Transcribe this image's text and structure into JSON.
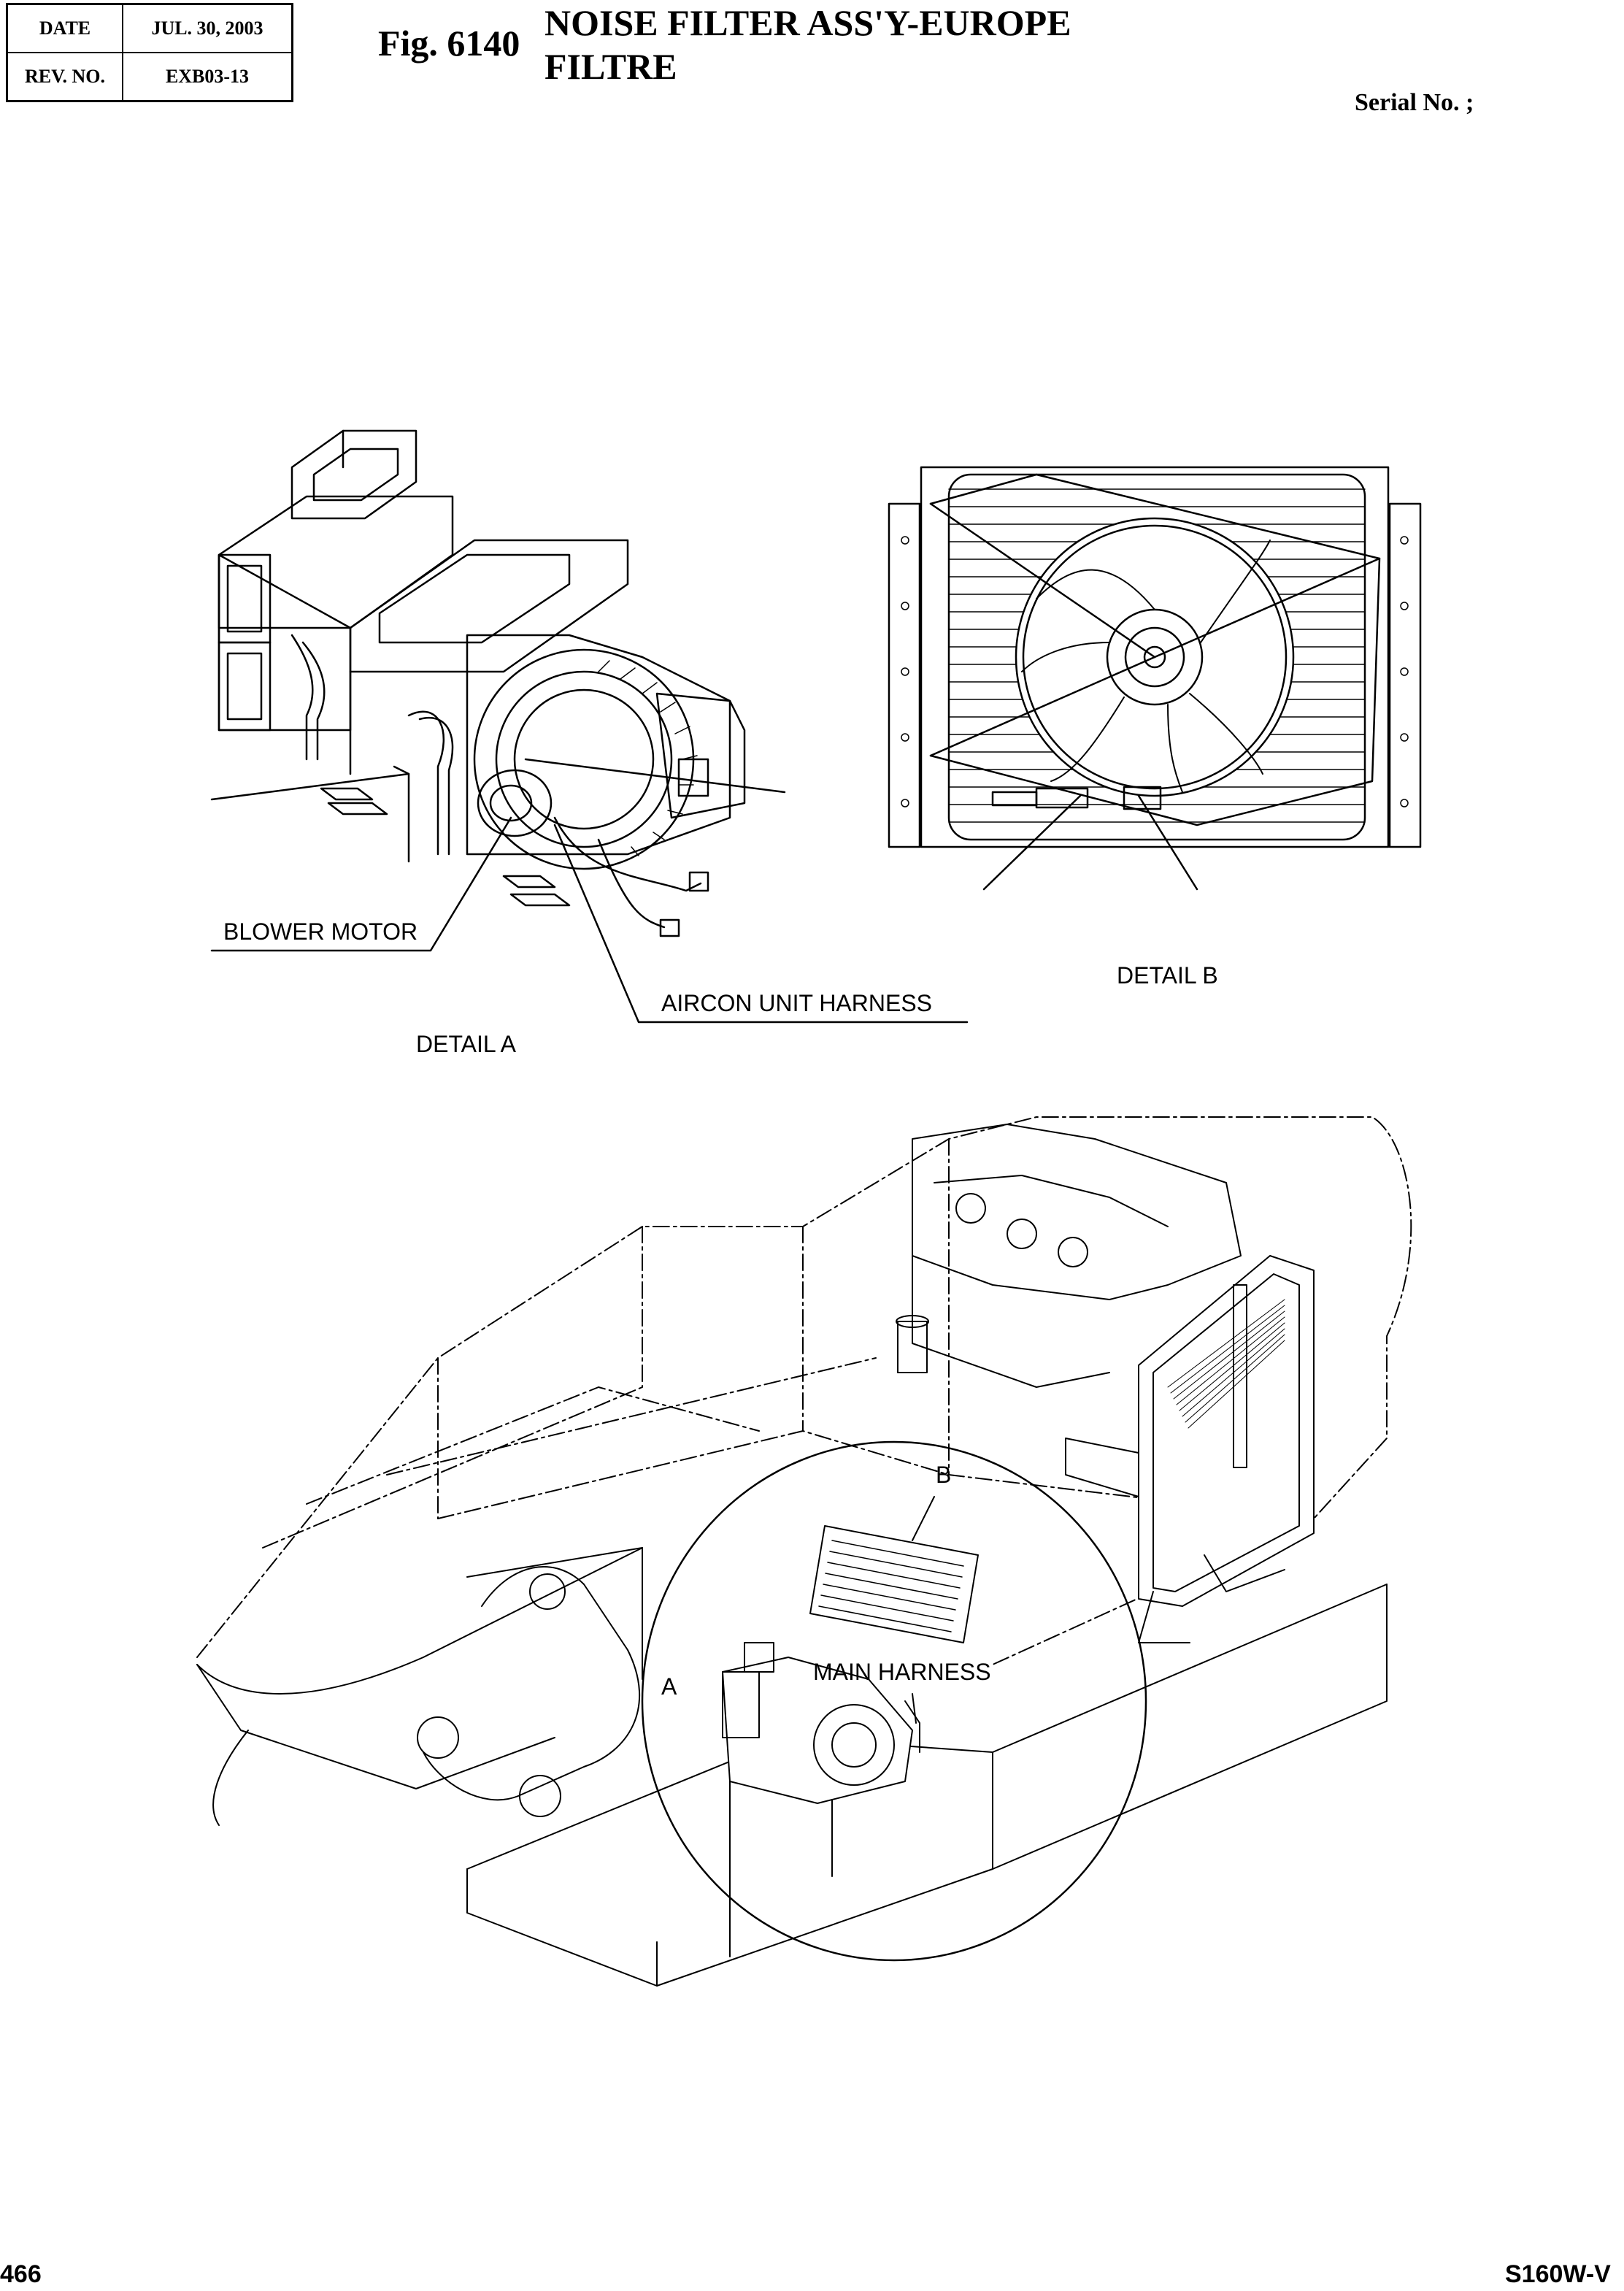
{
  "header": {
    "date_label": "DATE",
    "date_value": "JUL. 30, 2003",
    "rev_label": "REV. NO.",
    "rev_value": "EXB03-13"
  },
  "figure": {
    "number": "Fig. 6140",
    "title_line1": "NOISE FILTER ASS'Y-EUROPE",
    "title_line2": "FILTRE"
  },
  "serial": "Serial No. ;",
  "labels": {
    "blower_motor": "BLOWER MOTOR",
    "aircon_unit_harness": "AIRCON UNIT HARNESS",
    "detail_a": "DETAIL  A",
    "detail_b": "DETAIL  B",
    "main_harness": "MAIN HARNESS",
    "callout_a": "A",
    "callout_b": "B"
  },
  "footer": {
    "page_number": "466",
    "model": "S160W-V"
  }
}
